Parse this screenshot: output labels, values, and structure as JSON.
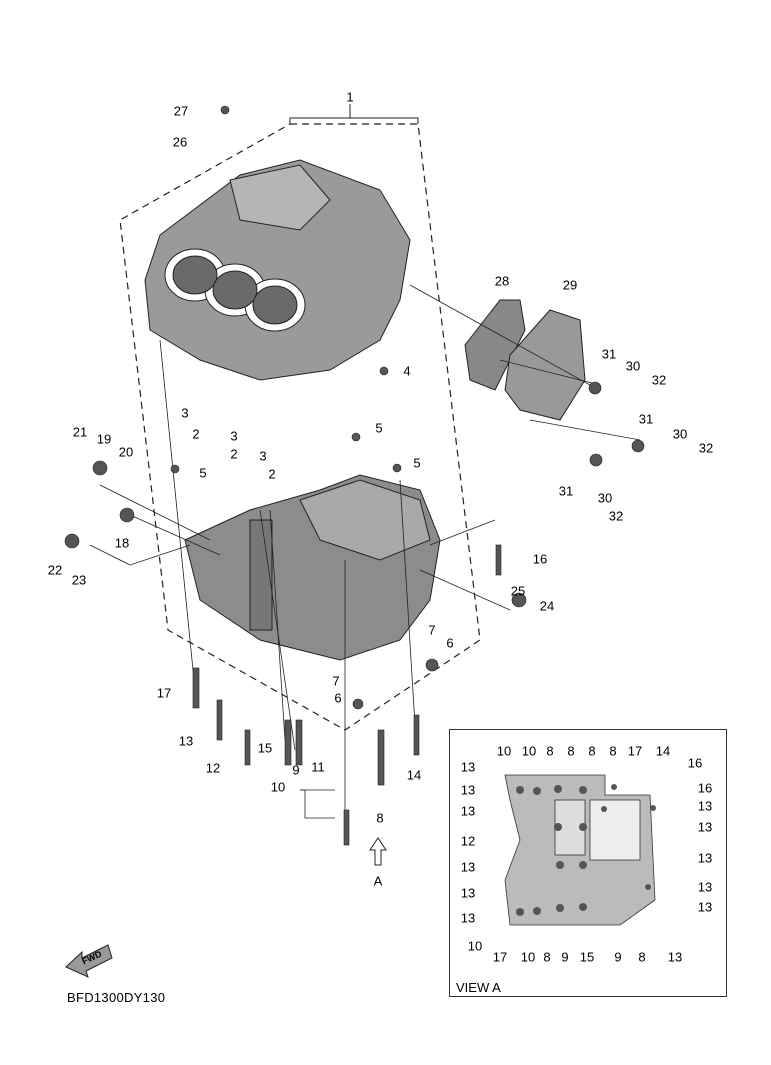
{
  "diagram": {
    "code": "BFD1300DY130",
    "fwd_label": "FWD",
    "view_arrow_label": "A",
    "main_callouts": [
      "27",
      "26",
      "1",
      "28",
      "29",
      "31",
      "30",
      "32",
      "4",
      "3",
      "2",
      "3",
      "2",
      "3",
      "2",
      "5",
      "5",
      "5",
      "21",
      "19",
      "20",
      "31",
      "30",
      "32",
      "31",
      "30",
      "32",
      "18",
      "22",
      "23",
      "16",
      "25",
      "24",
      "7",
      "6",
      "7",
      "6",
      "17",
      "13",
      "12",
      "15",
      "9",
      "14",
      "11",
      "10",
      "8"
    ],
    "view_a": {
      "title": "VIEW A",
      "callouts": [
        "10",
        "10",
        "8",
        "8",
        "8",
        "8",
        "17",
        "14",
        "16",
        "13",
        "13",
        "16",
        "13",
        "13",
        "13",
        "12",
        "13",
        "13",
        "13",
        "13",
        "13",
        "13",
        "10",
        "17",
        "10",
        "8",
        "9",
        "15",
        "9",
        "8",
        "13"
      ]
    }
  }
}
